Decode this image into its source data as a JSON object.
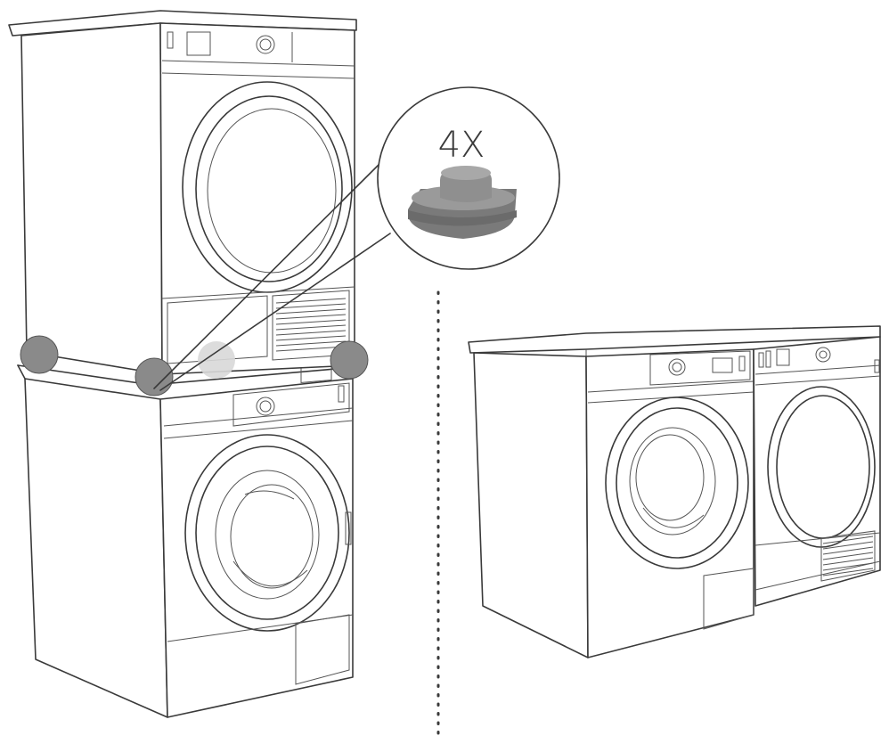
{
  "callout": {
    "quantity_label": "4X",
    "part_icon": "rubber-foot-icon"
  },
  "colors": {
    "line": "#3a3a3a",
    "foot_marker": "#8a8a8a",
    "foot_marker_faded": "#d8d8d8",
    "part_top": "#9a9a9a",
    "part_base": "#7a7a7a",
    "background": "#ffffff"
  },
  "illustrations": {
    "left": "stacked-dryer-on-washer",
    "right": "side-by-side-washer-and-dryer",
    "divider": "dotted-vertical-separator"
  }
}
